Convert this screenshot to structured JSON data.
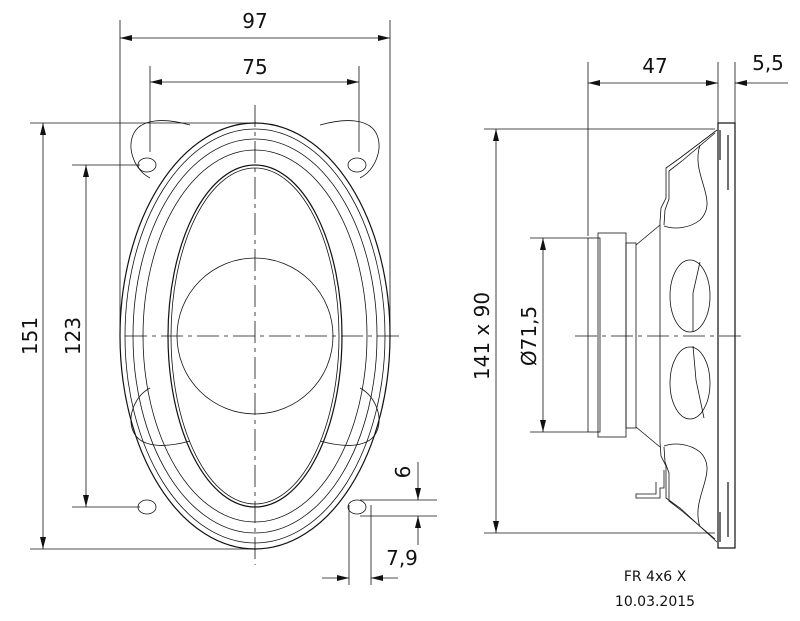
{
  "drawing": {
    "front_view": {
      "dimensions": {
        "outer_width": "97",
        "hole_spacing_width": "75",
        "outer_height": "151",
        "hole_spacing_height": "123",
        "hole_width": "6",
        "hole_length": "7,9"
      }
    },
    "side_view": {
      "dimensions": {
        "depth": "47",
        "flange_thickness": "5,5",
        "cutout": "141 x 90",
        "magnet_diameter": "Ø71,5"
      }
    },
    "title_block": {
      "model": "FR 4x6 X",
      "date": "10.03.2015"
    },
    "line_color": "#111111"
  }
}
